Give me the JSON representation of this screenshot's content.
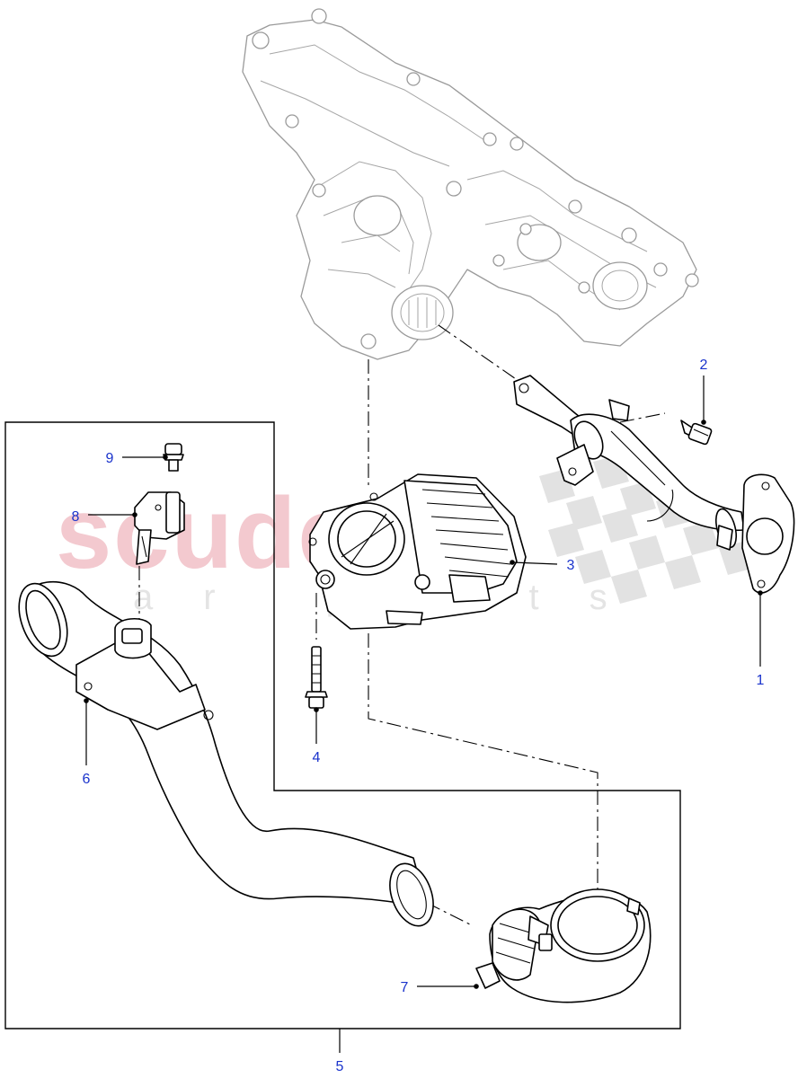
{
  "watermark": {
    "brand": "scuderia",
    "tagline": "car parts"
  },
  "callouts": [
    {
      "id": "1",
      "label": "1"
    },
    {
      "id": "2",
      "label": "2"
    },
    {
      "id": "3",
      "label": "3"
    },
    {
      "id": "4",
      "label": "4"
    },
    {
      "id": "5",
      "label": "5"
    },
    {
      "id": "6",
      "label": "6"
    },
    {
      "id": "7",
      "label": "7"
    },
    {
      "id": "8",
      "label": "8"
    },
    {
      "id": "9",
      "label": "9"
    }
  ],
  "colors": {
    "callout_text": "#1a33cc",
    "line": "#000000",
    "ghost_part": "#9a9a9a",
    "watermark_brand": "#f3c9cf",
    "watermark_flag": "#e2e2e2"
  }
}
